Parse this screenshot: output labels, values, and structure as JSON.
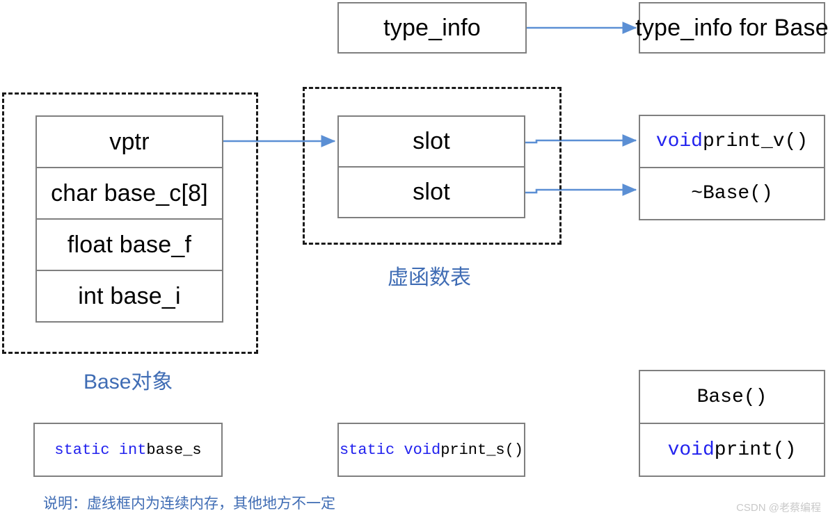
{
  "diagram": {
    "title": "C++ Base object memory layout",
    "colors": {
      "arrow": "#5b8fd4",
      "blue_label": "#3f6cb4",
      "keyword_blue": "#2222ee",
      "box_border": "#7f7f7f",
      "dash_border": "#1a1a1a",
      "watermark": "#c9c9c9",
      "background": "#ffffff"
    }
  },
  "type_info": {
    "source_label": "type_info",
    "target_label": "type_info for Base"
  },
  "object": {
    "group_label": "Base对象",
    "members": [
      {
        "label": "vptr"
      },
      {
        "label": "char base_c[8]"
      },
      {
        "label": "float base_f"
      },
      {
        "label": "int base_i"
      }
    ]
  },
  "vtable": {
    "group_label": "虚函数表",
    "slots": [
      {
        "label": "slot"
      },
      {
        "label": "slot"
      }
    ]
  },
  "virtual_functions": {
    "entries": [
      {
        "keyword": "void",
        "rest": " print_v()"
      },
      {
        "keyword": "",
        "rest": "~Base()"
      }
    ]
  },
  "nonvirtual_functions": {
    "entries": [
      {
        "keyword": "",
        "rest": "Base()"
      },
      {
        "keyword": "void",
        "rest": " print()"
      }
    ]
  },
  "statics": {
    "member": {
      "keyword": "static int",
      "rest": " base_s"
    },
    "method": {
      "keyword": "static void",
      "rest": " print_s()"
    }
  },
  "footnote": {
    "text": "说明：虚线框内为连续内存，其他地方不一定"
  },
  "watermark": {
    "text": "CSDN @老蔡编程"
  }
}
